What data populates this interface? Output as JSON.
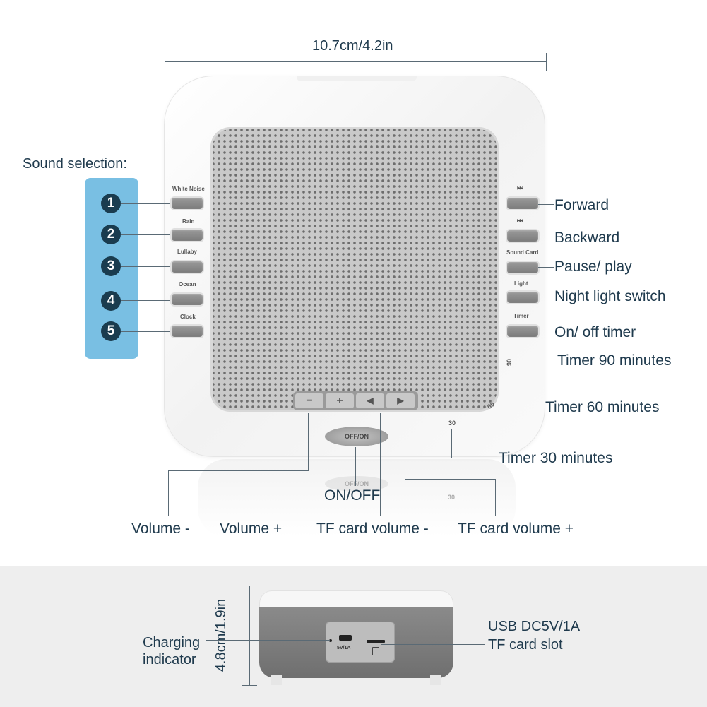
{
  "dimensions": {
    "width_label": "10.7cm/4.2in",
    "height_label": "4.8cm/1.9in"
  },
  "sound_selection": {
    "heading": "Sound selection:",
    "numbers": [
      "1",
      "2",
      "3",
      "4",
      "5"
    ],
    "button_labels": [
      "White Noise",
      "Rain",
      "Lullaby",
      "Ocean",
      "Clock"
    ]
  },
  "right_buttons": {
    "button_labels": [
      "⏭",
      "⏮",
      "Sound Card",
      "Light",
      "Timer"
    ],
    "callouts": [
      "Forward",
      "Backward",
      "Pause/ play",
      "Night light switch",
      "On/ off timer"
    ]
  },
  "timer_marks": {
    "m90": "90",
    "m60": "60",
    "m30": "30",
    "callout_90": "Timer 90 minutes",
    "callout_60": "Timer 60 minutes",
    "callout_30": "Timer 30 minutes"
  },
  "bottom_buttons": {
    "minus": "−",
    "plus": "+",
    "prev": "◀",
    "next": "▶",
    "offon": "OFF/ON",
    "offon_reflection": "OFF/ON",
    "mark_reflection": "30"
  },
  "bottom_callouts": {
    "onoff": "ON/OFF",
    "volume_minus": "Volume -",
    "volume_plus": "Volume +",
    "tf_minus": "TF card volume -",
    "tf_plus": "TF card volume +"
  },
  "side_view": {
    "charging": "Charging indicator",
    "usb": "USB DC5V/1A",
    "tf_slot": "TF card slot",
    "port_mark": "5V/1A"
  },
  "colors": {
    "label_text": "#1f3a4d",
    "number_box": "#79bfe3",
    "number_circle": "#1a3c4f",
    "grille": "#c9c9c9",
    "side_body": "#7d7d7d"
  }
}
